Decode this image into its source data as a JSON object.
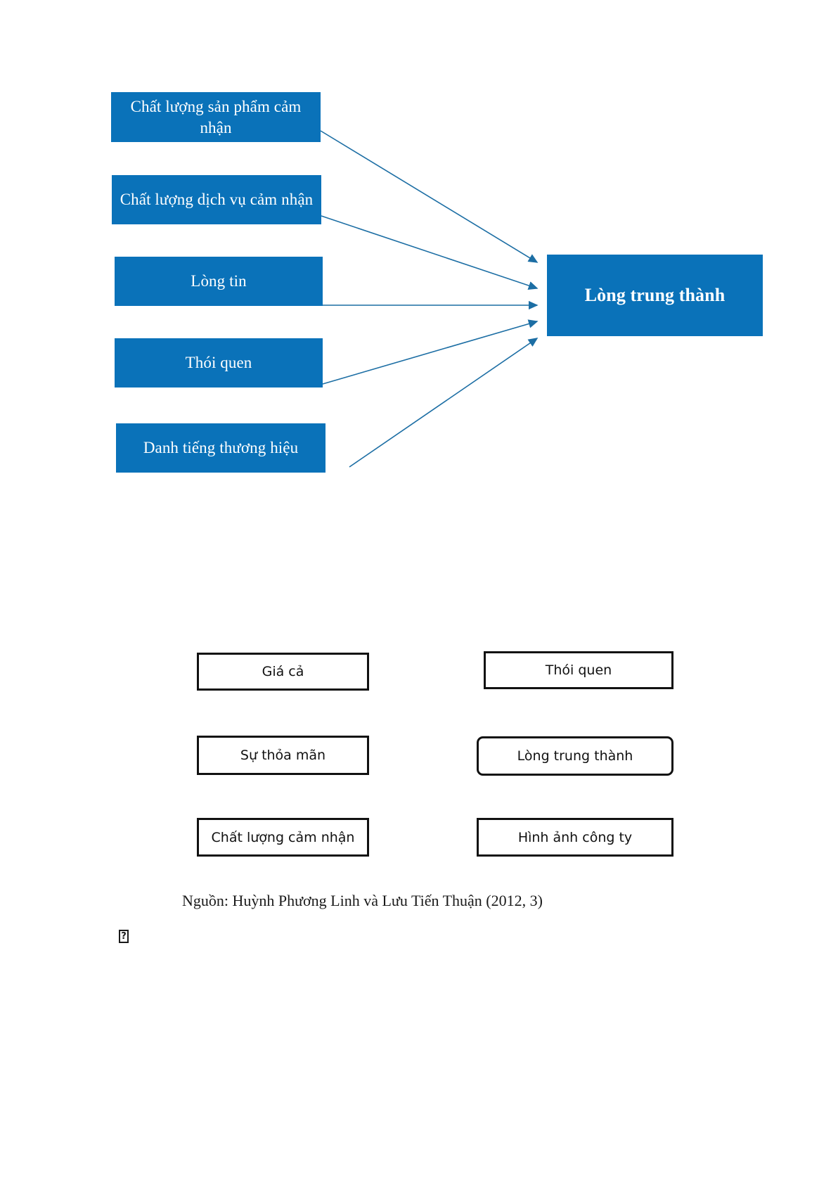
{
  "colors": {
    "box_blue": "#0a72b9",
    "arrow_blue": "#1c6ea4",
    "outline_black": "#111111",
    "page_background": "#ffffff"
  },
  "model_top": {
    "target": {
      "label": "Lòng trung thành"
    },
    "antecedents": [
      {
        "label": "Chất lượng sản phẩm cảm nhận"
      },
      {
        "label": "Chất lượng dịch vụ cảm nhận"
      },
      {
        "label": "Lòng tin"
      },
      {
        "label": "Thói quen"
      },
      {
        "label": "Danh tiếng thương hiệu"
      }
    ],
    "arrows": [
      {
        "from": "Chất lượng sản phẩm cảm nhận",
        "to": "Lòng trung thành"
      },
      {
        "from": "Chất lượng dịch vụ cảm nhận",
        "to": "Lòng trung thành"
      },
      {
        "from": "Lòng tin",
        "to": "Lòng trung thành"
      },
      {
        "from": "Thói quen",
        "to": "Lòng trung thành"
      },
      {
        "from": "Danh tiếng thương hiệu",
        "to": "Lòng trung thành"
      }
    ]
  },
  "model_bottom": {
    "left_column": [
      {
        "label": "Giá cả"
      },
      {
        "label": "Sự thỏa mãn"
      },
      {
        "label": "Chất lượng cảm nhận"
      }
    ],
    "right_column": [
      {
        "label": "Thói quen"
      },
      {
        "label": "Lòng trung thành"
      },
      {
        "label": "Hình ảnh công ty"
      }
    ]
  },
  "caption": {
    "source": "Nguồn: Huỳnh Phương Linh và Lưu Tiến Thuận (2012, 3)"
  },
  "missing_glyph": {
    "symbol": "?"
  }
}
